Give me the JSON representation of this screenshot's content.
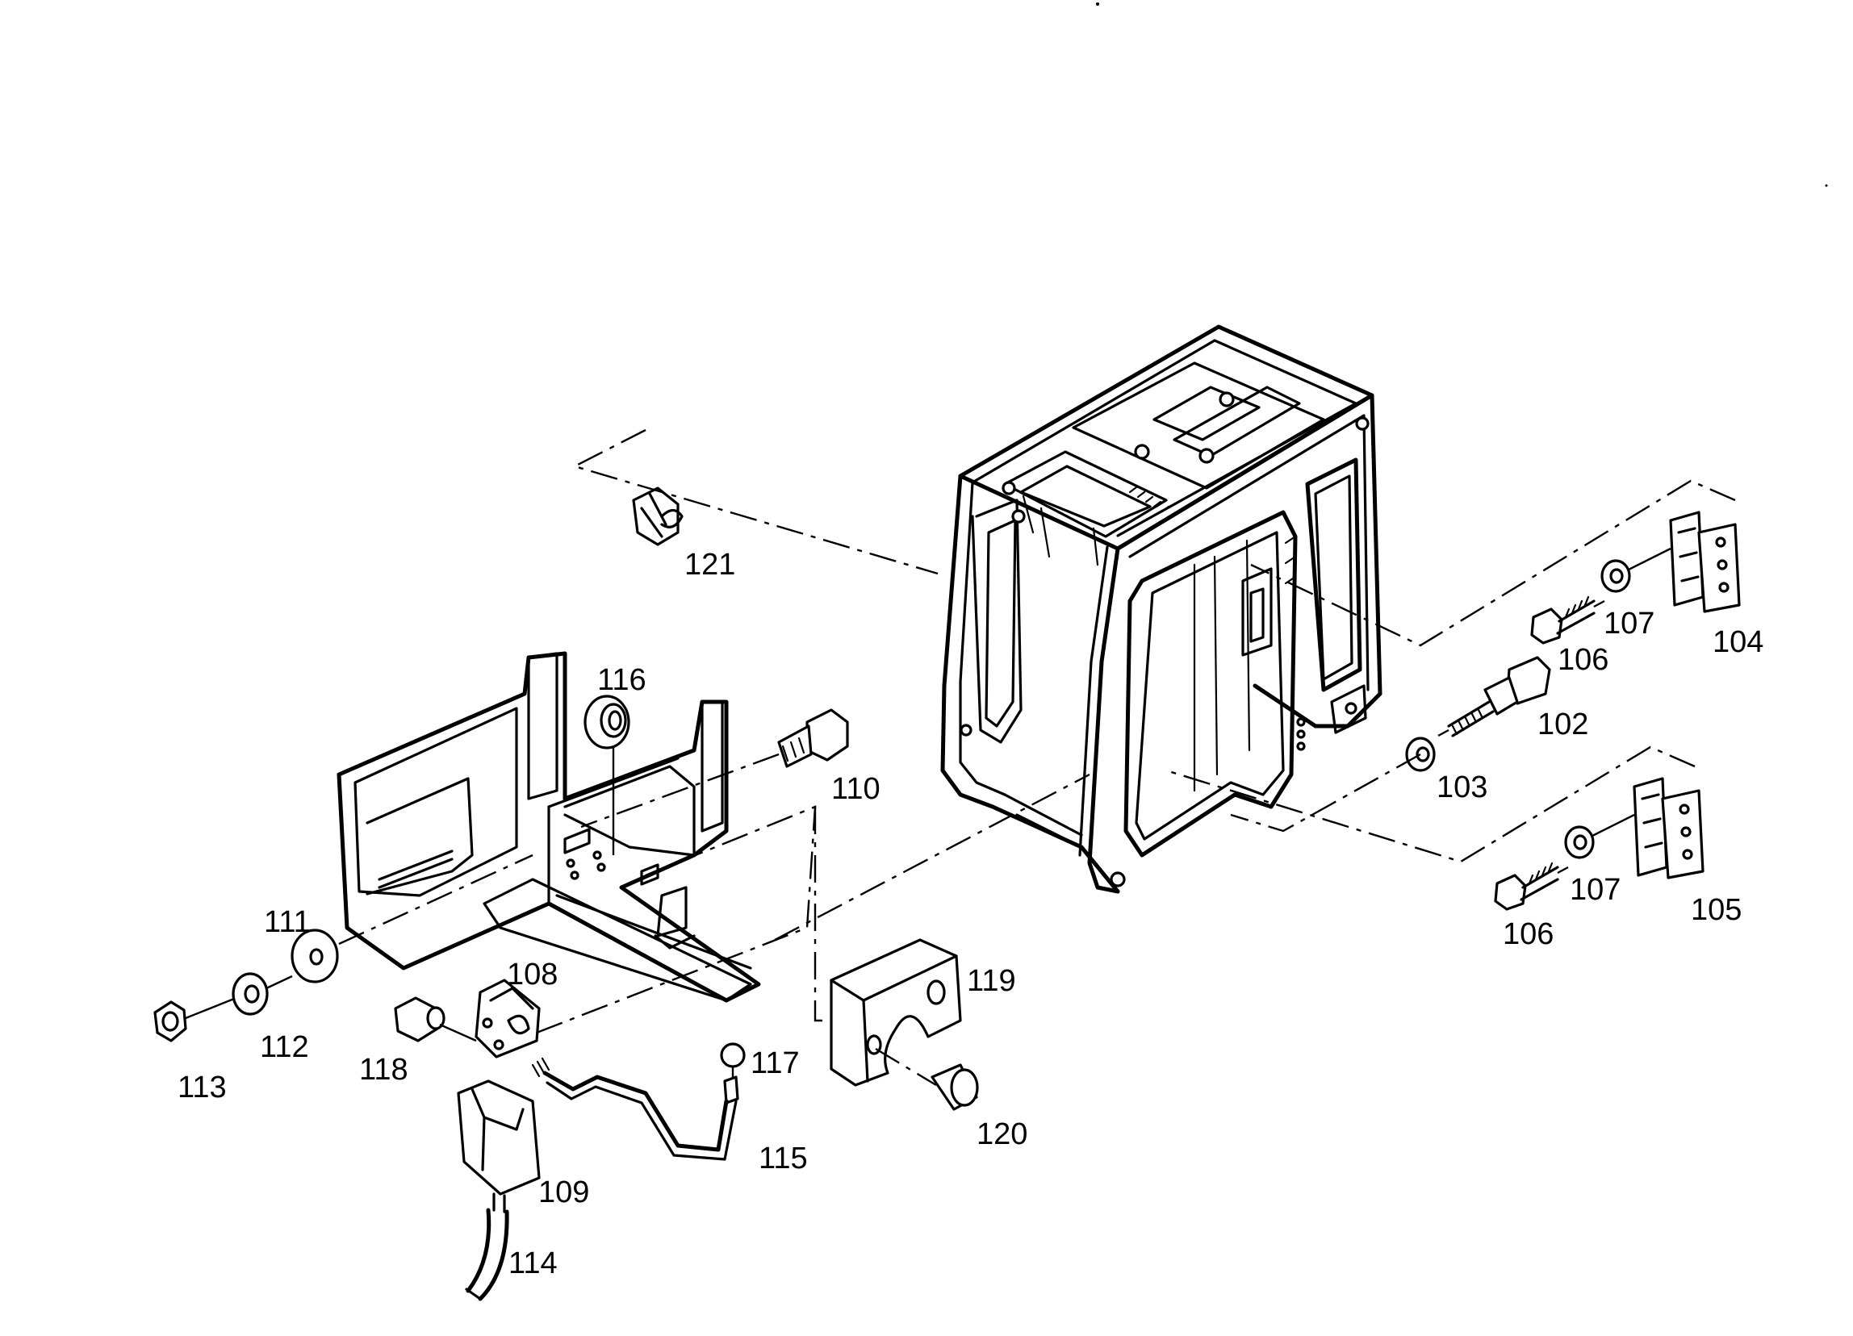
{
  "parts": {
    "p102": "102",
    "p103": "103",
    "p104": "104",
    "p105": "105",
    "p106a": "106",
    "p106b": "106",
    "p107a": "107",
    "p107b": "107",
    "p108": "108",
    "p109": "109",
    "p110": "110",
    "p111": "111",
    "p112": "112",
    "p113": "113",
    "p114": "114",
    "p115": "115",
    "p116": "116",
    "p117": "117",
    "p118": "118",
    "p119": "119",
    "p120": "120",
    "p121": "121"
  },
  "colors": {
    "line": "#000000",
    "background": "#ffffff"
  }
}
